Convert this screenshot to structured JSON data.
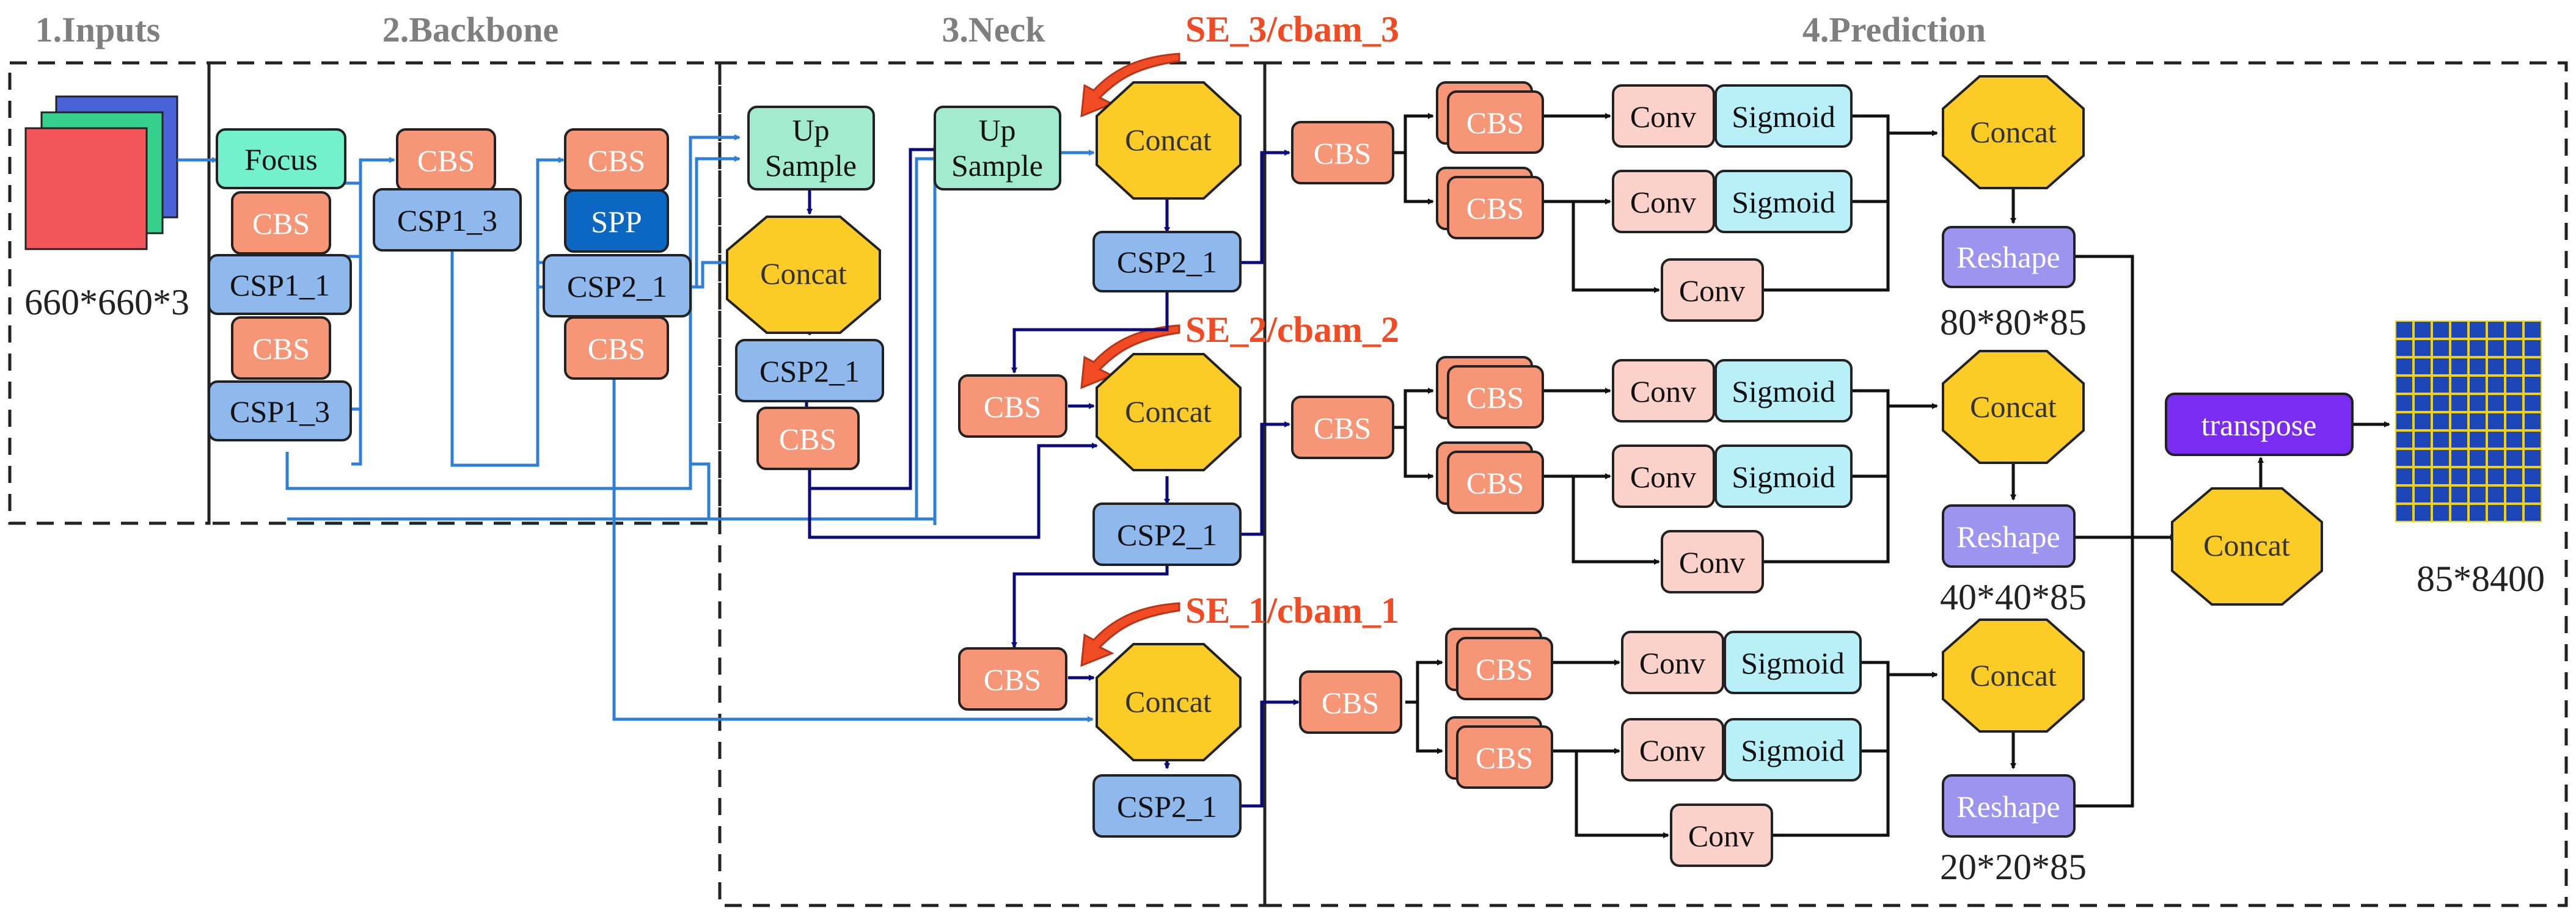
{
  "sections": {
    "inputs": "1.Inputs",
    "backbone": "2.Backbone",
    "neck": "3.Neck",
    "prediction": "4.Prediction"
  },
  "attention": {
    "a3": "SE_3/cbam_3",
    "a2": "SE_2/cbam_2",
    "a1": "SE_1/cbam_1"
  },
  "input_size": "660*660*3",
  "backbone": {
    "focus": "Focus",
    "cbs": "CBS",
    "csp1_1": "CSP1_1",
    "csp1_3": "CSP1_3",
    "spp": "SPP",
    "csp2_1": "CSP2_1"
  },
  "neck": {
    "upsample": "Up\nSample",
    "concat": "Concat",
    "csp2_1": "CSP2_1",
    "cbs": "CBS"
  },
  "prediction": {
    "cbs": "CBS",
    "conv": "Conv",
    "sigmoid": "Sigmoid",
    "concat": "Concat",
    "reshape": "Reshape",
    "transpose": "transpose",
    "dims": [
      "80*80*85",
      "40*40*85",
      "20*20*85"
    ],
    "output": "85*8400"
  },
  "colors": {
    "section_title": "#7f7f7f",
    "attention_title": "#f04b23",
    "cbs": "#f79677",
    "csp": "#8fb8ec",
    "spp": "#0b67c2",
    "focus": "#73f0cc",
    "upsample": "#a3ebd0",
    "concat": "#fbcb26",
    "conv": "#fbd2c9",
    "sigmoid": "#b9f0f7",
    "reshape": "#9c94ee",
    "transpose": "#7b2cf2",
    "grid": "#1d47b8",
    "arrow_dark": "#0a0a7a",
    "arrow_blue": "#2f7fd6"
  }
}
